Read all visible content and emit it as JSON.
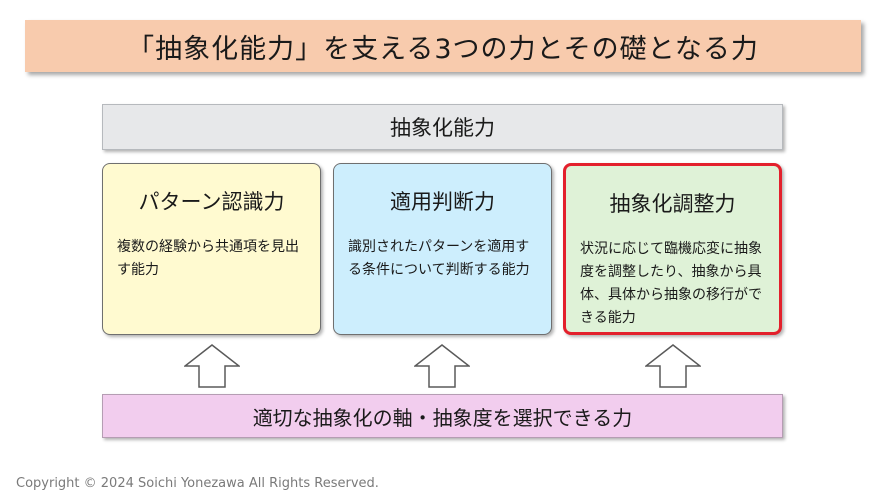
{
  "title": "「抽象化能力」を支える3つの力とその礎となる力",
  "top_bar": {
    "label": "抽象化能力"
  },
  "boxes": [
    {
      "title": "パターン認識力",
      "description": "複数の経験から共通項を見出す能力"
    },
    {
      "title": "適用判断力",
      "description": "識別されたパターンを適用する条件について判断する能力"
    },
    {
      "title": "抽象化調整力",
      "description": "状況に応じて臨機応変に抽象度を調整したり、抽象から具体、具体から抽象の移行ができる能力"
    }
  ],
  "bottom_bar": {
    "label": "適切な抽象化の軸・抽象度を選択できる力"
  },
  "copyright": "Copyright © 2024 Soichi Yonezawa All Rights Reserved.",
  "colors": {
    "title_bg": "#f8cbad",
    "top_bar_bg": "#e7e8ea",
    "box_1_bg": "#fffad0",
    "box_2_bg": "#cdeefd",
    "box_3_bg": "#dff2d7",
    "box_3_highlight_border": "#e3202c",
    "bottom_bar_bg": "#f2cdee"
  },
  "icons": [
    "arrow-up-icon",
    "arrow-up-icon",
    "arrow-up-icon"
  ]
}
